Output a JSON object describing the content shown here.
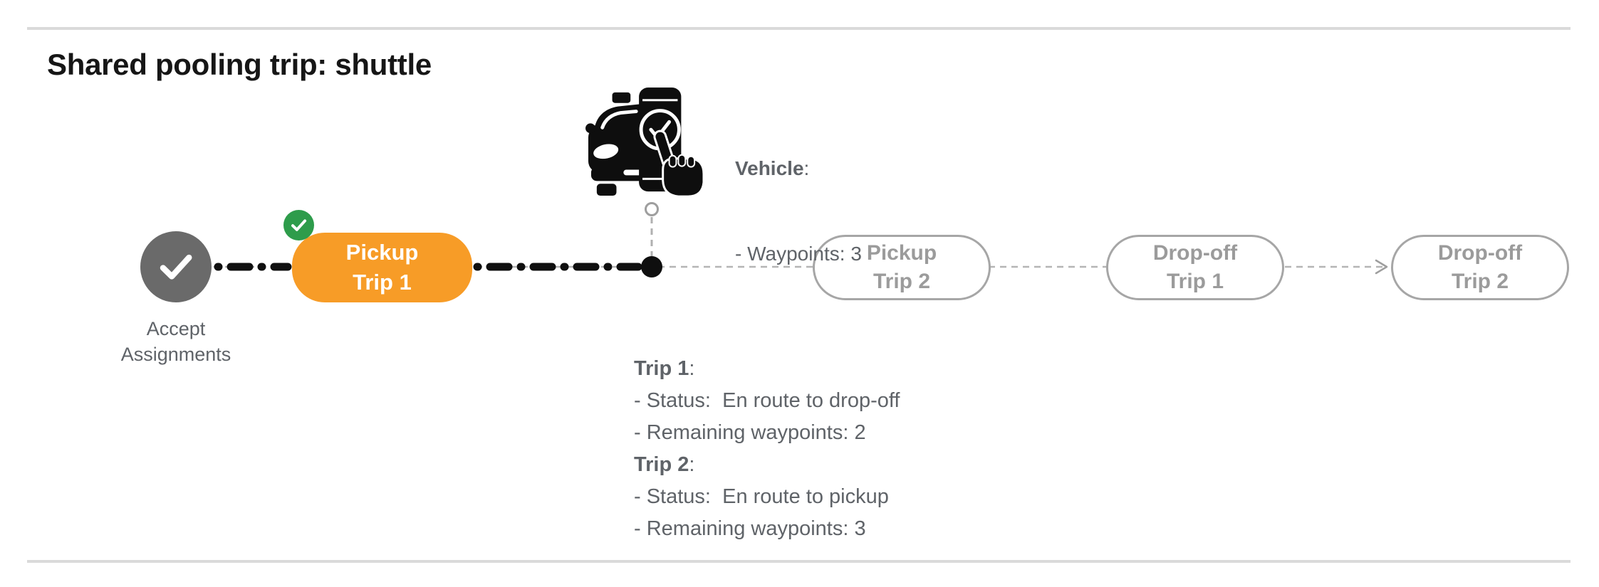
{
  "header": {
    "title": "Shared pooling trip: shuttle"
  },
  "colors": {
    "accent_orange": "#f79c27",
    "success_green": "#2e9c4b",
    "completed_node_gray": "#6a6a6a",
    "text_gray": "#5f6368",
    "upcoming_pill_gray": "#9b9b9b",
    "progress_dash_black": "#0f0f0f",
    "pending_dash_gray": "#b5b5b5",
    "rule_gray": "#dadada"
  },
  "icons": {
    "completed_node": "check-icon",
    "completed_badge": "check-icon",
    "vehicle": "vehicle-app-check-icon",
    "current_position": "dot-marker",
    "vehicle_anchor": "open-circle-marker",
    "next_step": "arrow-right-icon"
  },
  "timeline": {
    "start": {
      "label": [
        "Accept",
        "Assignments"
      ]
    },
    "steps": [
      {
        "line1": "Pickup",
        "line2": "Trip 1",
        "status": "current",
        "badge": "completed"
      },
      {
        "line1": "Pickup",
        "line2": "Trip 2",
        "status": "upcoming"
      },
      {
        "line1": "Drop-off",
        "line2": "Trip 1",
        "status": "upcoming"
      },
      {
        "line1": "Drop-off",
        "line2": "Trip 2",
        "status": "upcoming"
      }
    ]
  },
  "vehicle_info": {
    "heading": "Vehicle",
    "heading_suffix": ":",
    "waypoints_line": "- Waypoints: 3"
  },
  "trip_status": [
    {
      "heading": "Trip 1",
      "heading_suffix": ":",
      "status_line": "- Status:  En route to drop-off",
      "waypoints_line": "- Remaining waypoints: 2"
    },
    {
      "heading": "Trip 2",
      "heading_suffix": ":",
      "status_line": "- Status:  En route to pickup",
      "waypoints_line": "- Remaining waypoints: 3"
    }
  ]
}
